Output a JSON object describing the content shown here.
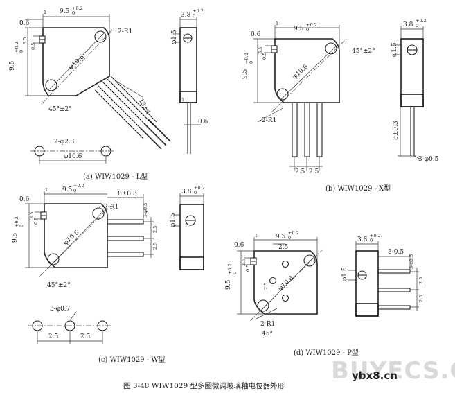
{
  "views": {
    "a": {
      "caption": "(a) WIW1029 - L型",
      "dims": {
        "top_small": "0.6",
        "one": "1",
        "width": "9.5",
        "width_tol": "+0.2\n0",
        "radius": "2-R1",
        "d1": "3.5",
        "d2": "0.5",
        "height": "9.5",
        "height_tol": "+0.2\n0",
        "diameter": "φ10.6",
        "angle": "45°±2°",
        "lead_len": "15±4",
        "holes": "2-φ2.3",
        "hole_span": "φ10.6",
        "side_w": "3.8",
        "side_w_tol": "+0.2\n0",
        "shaft": "φ1.5",
        "side_one": "1",
        "pin": "0.6"
      }
    },
    "b": {
      "caption": "(b) WIW1029 - X型",
      "dims": {
        "top_small": "0.6",
        "one": "1",
        "width": "9.5",
        "width_tol": "+0.2\n0",
        "d1": "3.5",
        "d2": "0.5",
        "height": "9.5",
        "height_tol": "+0.2\n0",
        "diameter": "φ10.6",
        "angle": "45°±2°",
        "radius": "2-R1",
        "pitch1": "2.5",
        "pitch2": "2.5",
        "side_w": "3.8",
        "side_w_tol": "+0.2\n0",
        "shaft": "φ1.5",
        "lead_len": "8±0.3",
        "pins": "3-φ0.5"
      }
    },
    "c": {
      "caption": "(c) WIW1029 - W型",
      "dims": {
        "top_small": "0.6",
        "one": "1",
        "width": "9.5",
        "width_tol": "+0.2\n0",
        "radius": "2-R1",
        "d1": "3.5",
        "d2": "0.5",
        "height": "9.5",
        "height_tol": "+0.2\n0",
        "diameter": "φ10.6",
        "angle": "45°±2°",
        "lead_len": "8±0.3",
        "pins": "3-φ0.5",
        "pitch1": "2.5",
        "pitch2": "2.5",
        "side_w": "3.8",
        "side_w_tol": "+0.2\n0",
        "shaft": "φ1.5",
        "holes": "3-φ0.7",
        "hole_p1": "2.5",
        "hole_p2": "2.5"
      }
    },
    "d": {
      "caption": "(d) WIW1029 - P型",
      "dims": {
        "top_small": "0.6",
        "one": "1",
        "width": "9.5",
        "width_tol": "+0.2\n0",
        "pitch_top": "2.5",
        "d1": "3.5",
        "d2": "0.5",
        "height": "9.5",
        "height_tol": "+0.2\n0",
        "diameter": "φ10.6",
        "radius": "2-R1",
        "angle": "45°",
        "pitch_side": "2.5",
        "side_w": "3.8",
        "side_w_tol": "+0.2\n0",
        "shaft": "φ1.5",
        "lead_len": "8-0.5",
        "pins": "3-φ0.5",
        "pitch1": "2.5",
        "pitch2": "2.5"
      }
    }
  },
  "figure_caption": "图 3-48   WIW1029 型多圈微调玻璃釉电位器外形",
  "watermark": {
    "main": "BUYECS.COM",
    "sub": "ybx8.cn"
  }
}
